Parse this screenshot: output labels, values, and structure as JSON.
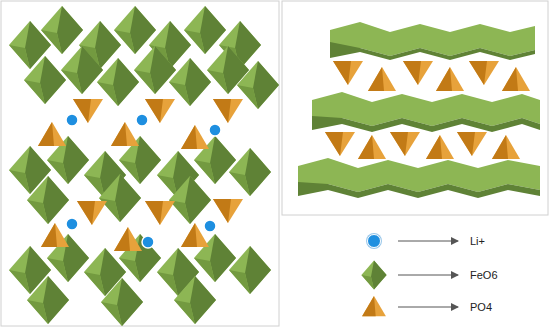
{
  "diagram": {
    "legend": [
      {
        "text": "Li+",
        "color": "#1e8fe0"
      },
      {
        "text": "FeO6"
      },
      {
        "text": "PO4"
      }
    ]
  }
}
